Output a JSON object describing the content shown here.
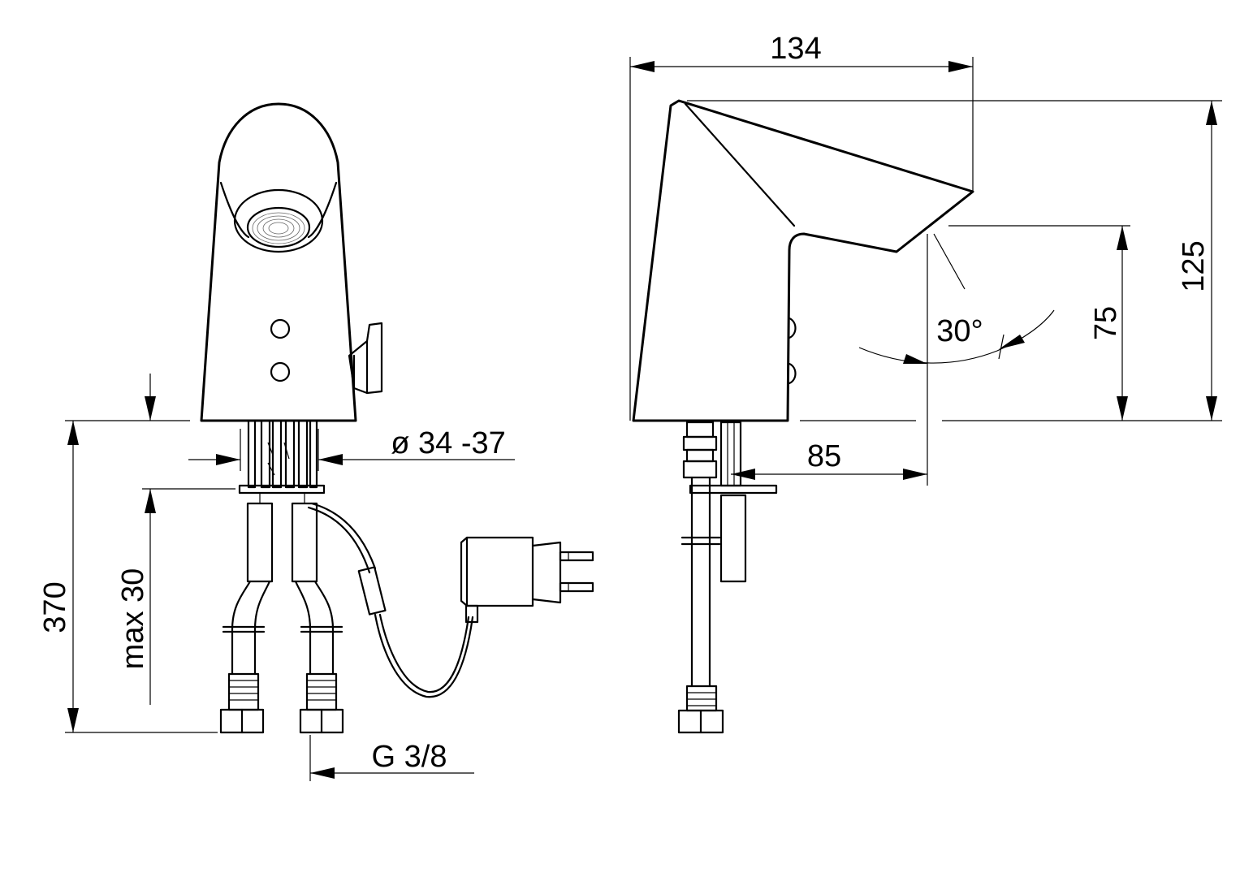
{
  "dimensions": {
    "total_length": "370",
    "max_thickness": "max 30",
    "hole_diameter": "ø 34 -37",
    "connection_thread": "G 3/8",
    "spout_projection": "134",
    "total_height": "125",
    "outlet_height": "75",
    "sensor_reach": "85",
    "sensor_angle": "30°"
  }
}
